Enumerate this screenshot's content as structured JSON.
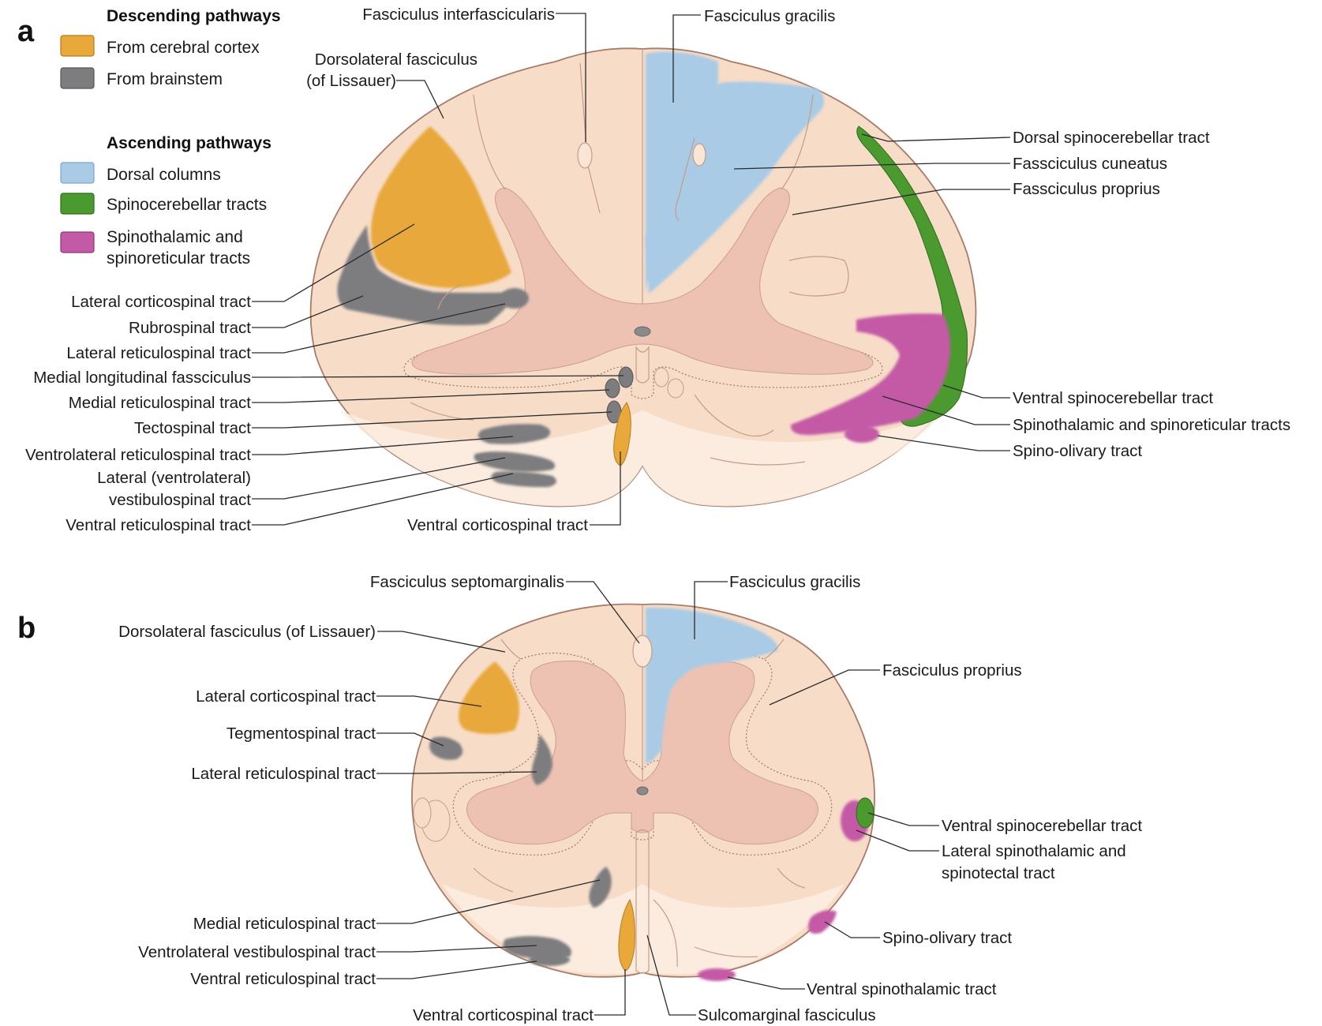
{
  "panels": {
    "a": {
      "letter": "a"
    },
    "b": {
      "letter": "b"
    }
  },
  "legend": {
    "descending_heading": "Descending pathways",
    "descending_items": [
      {
        "label": "From cerebral cortex",
        "color": "#e8a83a"
      },
      {
        "label": "From brainstem",
        "color": "#7d7d7f"
      }
    ],
    "ascending_heading": "Ascending pathways",
    "ascending_items": [
      {
        "label": "Dorsal columns",
        "color": "#a9cbe5"
      },
      {
        "label": "Spinocerebellar tracts",
        "color": "#4b9a2f"
      },
      {
        "label_line1": "Spinothalamic and",
        "label_line2": "spinoreticular tracts",
        "color": "#c45aa6"
      }
    ]
  },
  "colors": {
    "white_matter": "#f7dcc8",
    "gray_matter": "#edc2b3",
    "cortex_tract": "#e8a83a",
    "brainstem_tract": "#7d7d7f",
    "dorsal_columns": "#a9cbe5",
    "spinocerebellar": "#4b9a2f",
    "spinothalamic": "#c45aa6"
  },
  "panel_a_labels": {
    "fasciculus_interfascicularis": "Fasciculus interfascicularis",
    "fasciculus_gracilis": "Fasciculus gracilis",
    "dorsolateral_fasciculus_line1": "Dorsolateral fasciculus",
    "dorsolateral_fasciculus_line2": "(of Lissauer)",
    "dorsal_spinocerebellar": "Dorsal spinocerebellar tract",
    "fasciculus_cuneatus": "Fassciculus cuneatus",
    "fasciculus_proprius": "Fassciculus proprius",
    "lateral_corticospinal": "Lateral corticospinal tract",
    "rubrospinal": "Rubrospinal tract",
    "lateral_reticulospinal": "Lateral reticulospinal tract",
    "medial_longitudinal": "Medial longitudinal fassciculus",
    "medial_reticulospinal": "Medial reticulospinal tract",
    "tectospinal": "Tectospinal tract",
    "ventrolateral_reticulospinal": "Ventrolateral reticulospinal tract",
    "lateral_vestibulospinal_line1": "Lateral (ventrolateral)",
    "lateral_vestibulospinal_line2": "vestibulospinal tract",
    "ventral_reticulospinal": "Ventral reticulospinal tract",
    "ventral_corticospinal": "Ventral corticospinal tract",
    "ventral_spinocerebellar": "Ventral spinocerebellar tract",
    "spinothalamic_spinoreticular": "Spinothalamic and spinoreticular tracts",
    "spino_olivary": "Spino-olivary tract"
  },
  "panel_b_labels": {
    "fasciculus_septomarginalis": "Fasciculus septomarginalis",
    "fasciculus_gracilis": "Fasciculus gracilis",
    "dorsolateral_fasciculus": "Dorsolateral fasciculus (of Lissauer)",
    "fasciculus_proprius": "Fasciculus proprius",
    "lateral_corticospinal": "Lateral corticospinal tract",
    "tegmentospinal": "Tegmentospinal tract",
    "lateral_reticulospinal": "Lateral reticulospinal tract",
    "ventral_spinocerebellar": "Ventral spinocerebellar tract",
    "lateral_spinothalamic_line1": "Lateral spinothalamic and",
    "lateral_spinothalamic_line2": "spinotectal tract",
    "medial_reticulospinal": "Medial reticulospinal tract",
    "ventrolateral_vestibulospinal": "Ventrolateral vestibulospinal tract",
    "ventral_reticulospinal": "Ventral reticulospinal tract",
    "spino_olivary": "Spino-olivary tract",
    "ventral_spinothalamic": "Ventral spinothalamic tract",
    "ventral_corticospinal": "Ventral corticospinal tract",
    "sulcomarginal": "Sulcomarginal fasciculus"
  }
}
